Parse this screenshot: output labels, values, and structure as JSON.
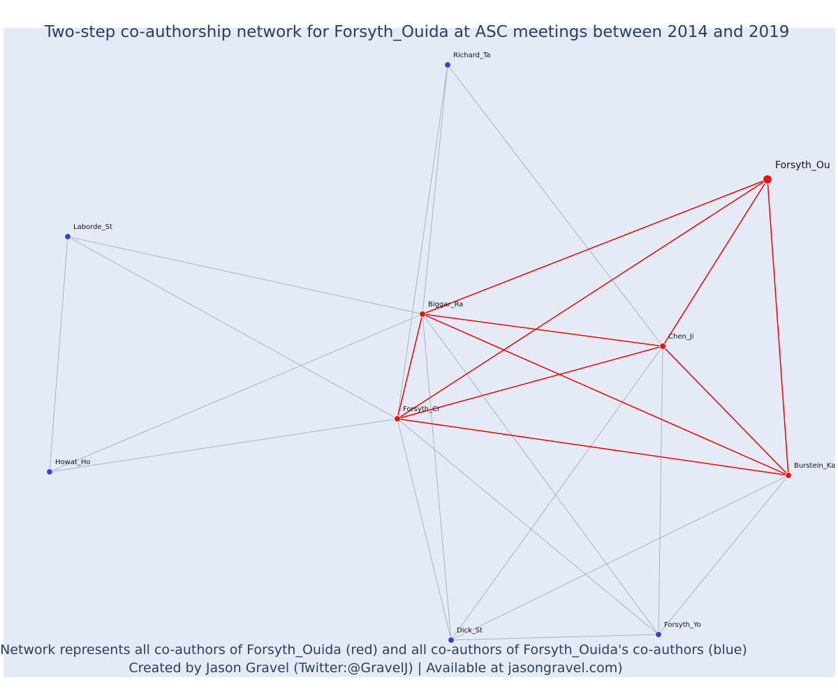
{
  "title": "Two-step co-authorship network for Forsyth_Ouida at ASC meetings between 2014 and 2019",
  "caption": {
    "line1": "Network represents all co-authors of Forsyth_Ouida (red) and all co-authors of Forsyth_Ouida's co-authors (blue)",
    "line2": "Created by Jason Gravel (Twitter:@GravelJ) | Available at jasongravel.com)"
  },
  "colors": {
    "first_step": "#ee1111",
    "second_step": "#3344dd",
    "edge_first": "#ee0000",
    "edge_second": "#a9aab8",
    "background": "#e5ebf6",
    "text": "#2a3f5f"
  },
  "nodes": [
    {
      "id": "Forsyth_Ou",
      "label": "Forsyth_Ou",
      "group": "focal"
    },
    {
      "id": "Richard_Ta",
      "label": "Richard_Ta",
      "group": "second"
    },
    {
      "id": "Laborde_St",
      "label": "Laborde_St",
      "group": "second"
    },
    {
      "id": "Biggar_Ra",
      "label": "Biggar_Ra",
      "group": "first"
    },
    {
      "id": "Chen_Ji",
      "label": "Chen_Ji",
      "group": "first"
    },
    {
      "id": "Forsyth_Cr",
      "label": "Forsyth_Cr",
      "group": "first"
    },
    {
      "id": "Howat_Ho",
      "label": "Howat_Ho",
      "group": "second"
    },
    {
      "id": "Burstein_Ka",
      "label": "Burstein_Ka",
      "group": "first"
    },
    {
      "id": "Dick_St",
      "label": "Dick_St",
      "group": "second"
    },
    {
      "id": "Forsyth_Yo",
      "label": "Forsyth_Yo",
      "group": "second"
    }
  ],
  "edges": [
    {
      "source": "Richard_Ta",
      "target": "Biggar_Ra",
      "type": "second"
    },
    {
      "source": "Richard_Ta",
      "target": "Forsyth_Cr",
      "type": "second"
    },
    {
      "source": "Richard_Ta",
      "target": "Chen_Ji",
      "type": "second"
    },
    {
      "source": "Laborde_St",
      "target": "Biggar_Ra",
      "type": "second"
    },
    {
      "source": "Laborde_St",
      "target": "Forsyth_Cr",
      "type": "second"
    },
    {
      "source": "Laborde_St",
      "target": "Howat_Ho",
      "type": "second"
    },
    {
      "source": "Howat_Ho",
      "target": "Biggar_Ra",
      "type": "second"
    },
    {
      "source": "Howat_Ho",
      "target": "Forsyth_Cr",
      "type": "second"
    },
    {
      "source": "Dick_St",
      "target": "Biggar_Ra",
      "type": "second"
    },
    {
      "source": "Dick_St",
      "target": "Forsyth_Cr",
      "type": "second"
    },
    {
      "source": "Dick_St",
      "target": "Chen_Ji",
      "type": "second"
    },
    {
      "source": "Dick_St",
      "target": "Burstein_Ka",
      "type": "second"
    },
    {
      "source": "Dick_St",
      "target": "Forsyth_Yo",
      "type": "second"
    },
    {
      "source": "Forsyth_Yo",
      "target": "Biggar_Ra",
      "type": "second"
    },
    {
      "source": "Forsyth_Yo",
      "target": "Forsyth_Cr",
      "type": "second"
    },
    {
      "source": "Forsyth_Yo",
      "target": "Chen_Ji",
      "type": "second"
    },
    {
      "source": "Forsyth_Yo",
      "target": "Burstein_Ka",
      "type": "second"
    },
    {
      "source": "Forsyth_Ou",
      "target": "Biggar_Ra",
      "type": "first"
    },
    {
      "source": "Forsyth_Ou",
      "target": "Forsyth_Cr",
      "type": "first"
    },
    {
      "source": "Forsyth_Ou",
      "target": "Chen_Ji",
      "type": "first"
    },
    {
      "source": "Forsyth_Ou",
      "target": "Burstein_Ka",
      "type": "first"
    },
    {
      "source": "Biggar_Ra",
      "target": "Chen_Ji",
      "type": "first"
    },
    {
      "source": "Biggar_Ra",
      "target": "Forsyth_Cr",
      "type": "first"
    },
    {
      "source": "Biggar_Ra",
      "target": "Burstein_Ka",
      "type": "first"
    },
    {
      "source": "Forsyth_Cr",
      "target": "Chen_Ji",
      "type": "first"
    },
    {
      "source": "Forsyth_Cr",
      "target": "Burstein_Ka",
      "type": "first"
    },
    {
      "source": "Chen_Ji",
      "target": "Burstein_Ka",
      "type": "first"
    }
  ]
}
